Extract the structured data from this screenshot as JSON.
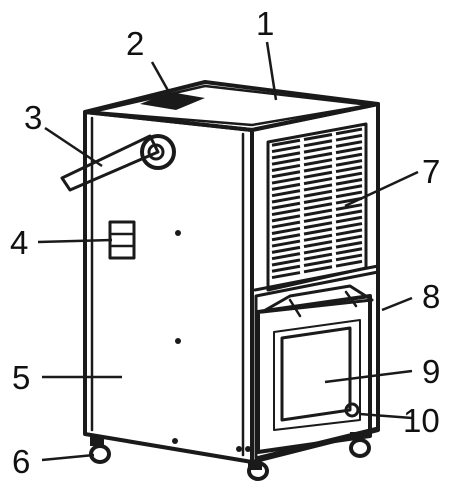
{
  "diagram": {
    "subject": "dehumidifier-exploded-view",
    "colors": {
      "ink": "#1a1a1a",
      "background": "#ffffff"
    },
    "callouts": [
      {
        "id": "c1",
        "number": "1"
      },
      {
        "id": "c2",
        "number": "2"
      },
      {
        "id": "c3",
        "number": "3"
      },
      {
        "id": "c4",
        "number": "4"
      },
      {
        "id": "c5",
        "number": "5"
      },
      {
        "id": "c6",
        "number": "6"
      },
      {
        "id": "c7",
        "number": "7"
      },
      {
        "id": "c8",
        "number": "8"
      },
      {
        "id": "c9",
        "number": "9"
      },
      {
        "id": "c10",
        "number": "10"
      }
    ]
  }
}
